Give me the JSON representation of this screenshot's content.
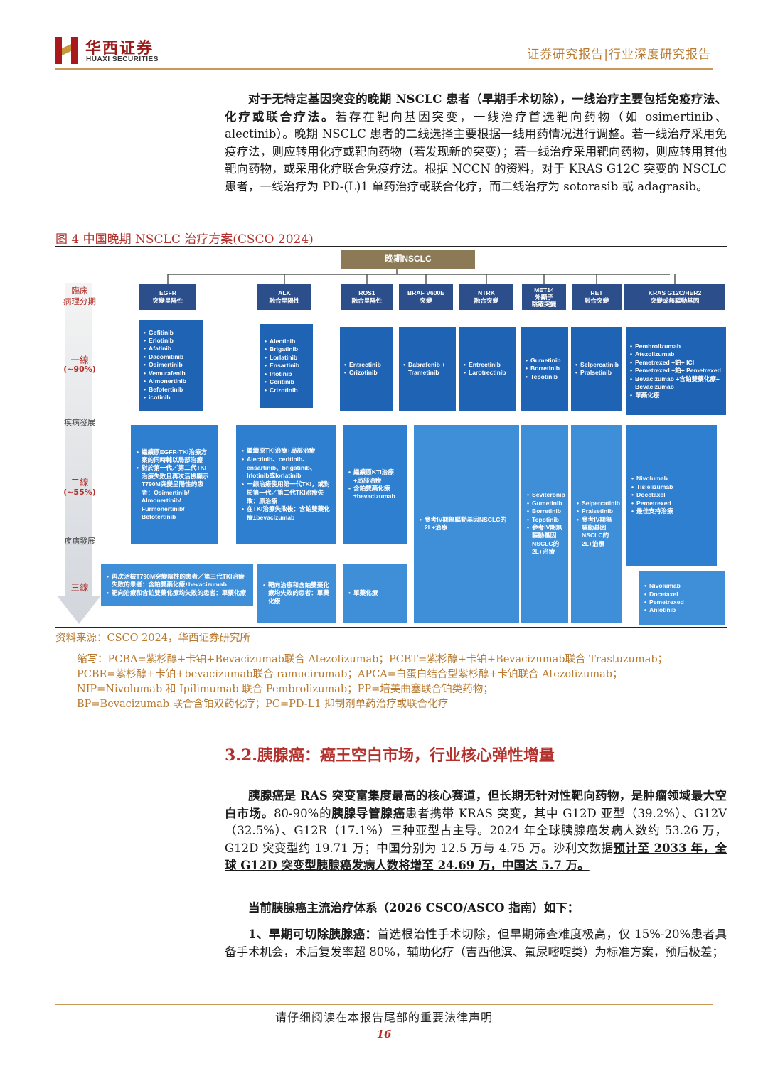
{
  "header": {
    "company_cn": "华西证券",
    "company_en": "HUAXI SECURITIES",
    "report_type": "证券研究报告|行业深度研究报告"
  },
  "intro": {
    "b1": "对于无特定基因突变的晚期 NSCLC 患者（早期手术切除），一线治疗主要包括免疫疗法、化疗或联合疗法。",
    "t1": "若存在靶向基因突变，一线治疗首选靶向药物（如 osimertinib、alectinib）。晚期 NSCLC 患者的二线选择主要根据一线用药情况进行调整。若一线治疗采用免疫疗法，则应转用化疗或靶向药物（若发现新的突变）；若一线治疗采用靶向药物，则应转用其他靶向药物，或采用化疗联合免疫疗法。根据 NCCN 的资料，对于 KRAS G12C 突变的 NSCLC 患者，一线治疗为 PD-(L)1 单药治疗或联合化疗，而二线治疗为 sotorasib 或 adagrasib。"
  },
  "figure": {
    "title": "图 4 中国晚期 NSCLC 治疗方案(CSCO 2024)",
    "source": "资料来源：CSCO 2024，华西证券研究所",
    "root": "晚期NSCLC",
    "side_labels": {
      "stage": "臨床\n病理分期",
      "line1": "一線",
      "line1_pct": "(~90%)",
      "prog1": "疾病發展",
      "line2": "二線",
      "line2_pct": "(~55%)",
      "prog2": "疾病發展",
      "line3": "三線"
    },
    "headers": [
      "EGFR\n突變呈陽性",
      "ALK\n融合呈陽性",
      "ROS1\n融合呈陽性",
      "BRAF V600E\n突變",
      "NTRK\n融合突變",
      "MET14\n外顯子\n跳躍突變",
      "RET\n融合突變",
      "KRAS G12C/HER2\n突變或無驅動基因"
    ],
    "first_line": [
      [
        "Gefitinib",
        "Erlotinib",
        "Afatinib",
        "Dacomitinib",
        "Osimertinib",
        "Vemurafenib",
        "Almonertinib",
        "Befotertinib",
        "icotinib"
      ],
      [
        "Alectinib",
        "Brigatinib",
        "Lorlatinib",
        "Ensartinib",
        "Irlotinib",
        "Ceritinib",
        "Crizotinib"
      ],
      [
        "Entrectinib",
        "Crizotinib"
      ],
      [
        "Dabrafenib + Trametinib"
      ],
      [
        "Entrectinib",
        "Larotrectinib"
      ],
      [
        "Gumetinib",
        "Borretinib",
        "Tepotinib"
      ],
      [
        "Selpercatinib",
        "Pralsetinib"
      ],
      [
        "Pembrolizumab",
        "Atezolizumab",
        "Pemetrexed +鉑+ ICI",
        "Pemetrexed +鉑+ Pemetrexed",
        "Bevacizumab +含鉑雙藥化療+ Bevacizumab",
        "單藥化療"
      ]
    ],
    "second_line": {
      "egfr": [
        "繼續原EGFR-TKI治療方案的同時輔以局部治療",
        "對於第一代／第二代TKI治療失敗且再次活檢顯示T790M突變呈陽性的患者：Osimertinib/ Almonertinib/ Furmonertinib/ Befotertinib"
      ],
      "alk": [
        "繼續原TKI治療+局部治療",
        "Alectinib、ceritinib、ensartinib、brigatinib、Irlotinib或lorlatinib",
        "一線治療使用第一代TKI，或對於第一代／第二代TKI治療失敗：原治療",
        "在TKI治療失敗後：含鉑雙藥化療±bevacizumab"
      ],
      "ros1": [
        "繼續原KTI治療+局部治療",
        "含鉑雙藥化療±bevacizumab"
      ],
      "braf_ntrk": [
        "參考IV期無驅動基因NSCLC的2L+治療"
      ],
      "met": [
        "Seviteronib",
        "Gumetinib",
        "Borretinib",
        "Tepotinib",
        "參考IV期無驅動基因NSCLC的2L+治療"
      ],
      "ret": [
        "Selpercatinib",
        "Pralsetinib",
        "參考IV期無驅動基因NSCLC的2L+治療"
      ],
      "kras": [
        "Nivolumab",
        "Tislelizumab",
        "Docetaxel",
        "Pemetrexed",
        "最佳支持治療"
      ]
    },
    "third_line": {
      "egfr": [
        "再次活檢T790M突變陰性的患者／第三代TKI治療失敗的患者：含鉑雙藥化療±bevacizumab",
        "靶向治療和含鉑雙藥化療均失敗的患者：單藥化療"
      ],
      "alk": [
        "靶向治療和含鉑雙藥化療均失敗的患者：單藥化療"
      ],
      "ros1": [
        "單藥化療"
      ],
      "kras": [
        "Nivolumab",
        "Docetaxel",
        "Pemetrexed",
        "Anlotinib"
      ]
    }
  },
  "abbreviations": [
    "缩写：PCBA=紫杉醇+卡铂+Bevacizumab联合 Atezolizumab；PCBT=紫杉醇+卡铂+Bevacizumab联合 Trastuzumab；",
    "PCBR=紫杉醇+卡铂+bevacizumab联合 ramucirumab；APCA=白蛋白结合型紫杉醇+卡铂联合 Atezolizumab；",
    "NIP=Nivolumab 和 Ipilimumab 联合 Pembrolizumab；PP=培美曲塞联合铂类药物；",
    "BP=Bevacizumab 联合含铂双药化疗；PC=PD-L1 抑制剂单药治疗或联合化疗"
  ],
  "section": {
    "title": "3.2.胰腺癌：癌王空白市场，行业核心弹性增量",
    "p1_b": "胰腺癌是 RAS 突变富集度最高的核心赛道，但长期无针对性靶向药物，是肿瘤领域最大空白市场。",
    "p1_t1": "80-90%的",
    "p1_b2": "胰腺导管腺癌",
    "p1_t2": "患者携带 KRAS 突变，其中 G12D 亚型（39.2%）、G12V（32.5%）、G12R（17.1%）三种亚型占主导。2024 年全球胰腺癌发病人数约 53.26 万，G12D 突变型约 19.71 万；中国分别为 12.5 万与 4.75 万。沙利文数据",
    "p1_u": "预计至 2033 年，全球 G12D 突变型胰腺癌发病人数将增至 24.69 万，中国达 5.7 万。",
    "p2": "当前胰腺癌主流治疗体系（2026 CSCO/ASCO 指南）如下：",
    "p3_b": "1、早期可切除胰腺癌：",
    "p3_t": "首选根治性手术切除，但早期筛查难度极高，仅 15%-20%患者具备手术机会，术后复发率超 80%，辅助化疗（吉西他滨、氟尿嘧啶类）为标准方案，预后极差；"
  },
  "footer": {
    "disclaimer": "请仔细阅读在本报告尾部的重要法律声明",
    "page": "16"
  },
  "colors": {
    "accent": "#b2312c",
    "gold": "#b8792e",
    "box_dark": "#2c4f8c",
    "box_mid": "#1f63b4"
  }
}
